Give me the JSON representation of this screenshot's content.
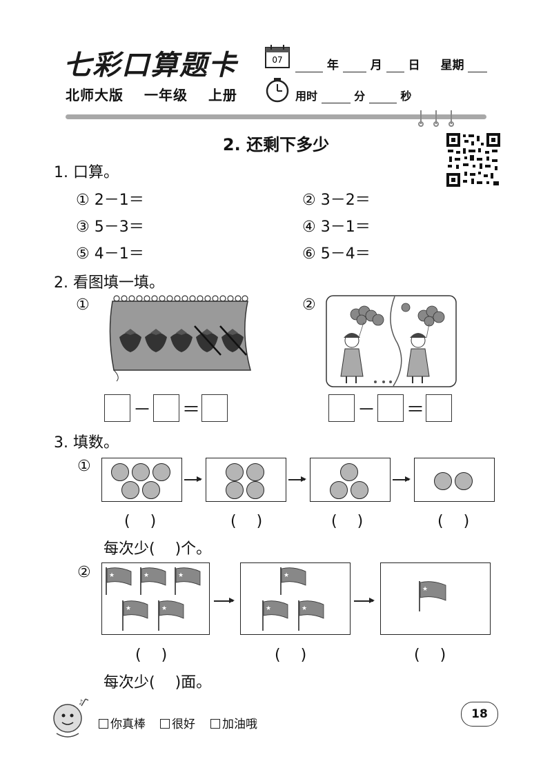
{
  "header": {
    "brand": "七彩口算题卡",
    "calendar_num": "07",
    "edition": "北师大版",
    "grade": "一年级",
    "volume": "上册",
    "date_labels": [
      "年",
      "月",
      "日",
      "星期"
    ],
    "time_labels": [
      "用时",
      "分",
      "秒"
    ]
  },
  "lesson_title": "2. 还剩下多少",
  "section1": {
    "title": "1. 口算。",
    "items": [
      "① 2－1＝",
      "② 3－2＝",
      "③ 5－3＝",
      "④ 3－1＝",
      "⑤ 4－1＝",
      "⑥ 5－4＝"
    ]
  },
  "section2": {
    "title": "2. 看图填一填。",
    "num1": "①",
    "num2": "②",
    "minus": "－",
    "equals": "＝"
  },
  "section3": {
    "title": "3. 填数。",
    "num1": "①",
    "num2": "②",
    "paren": "(　 )",
    "summary1": "每次少(　 )个。",
    "summary2": "每次少(　 )面。",
    "circle_counts": [
      5,
      4,
      3,
      2
    ],
    "flag_counts": [
      5,
      3,
      1
    ]
  },
  "footer": {
    "checks": [
      "你真棒",
      "很好",
      "加油哦"
    ],
    "page_number": "18"
  }
}
